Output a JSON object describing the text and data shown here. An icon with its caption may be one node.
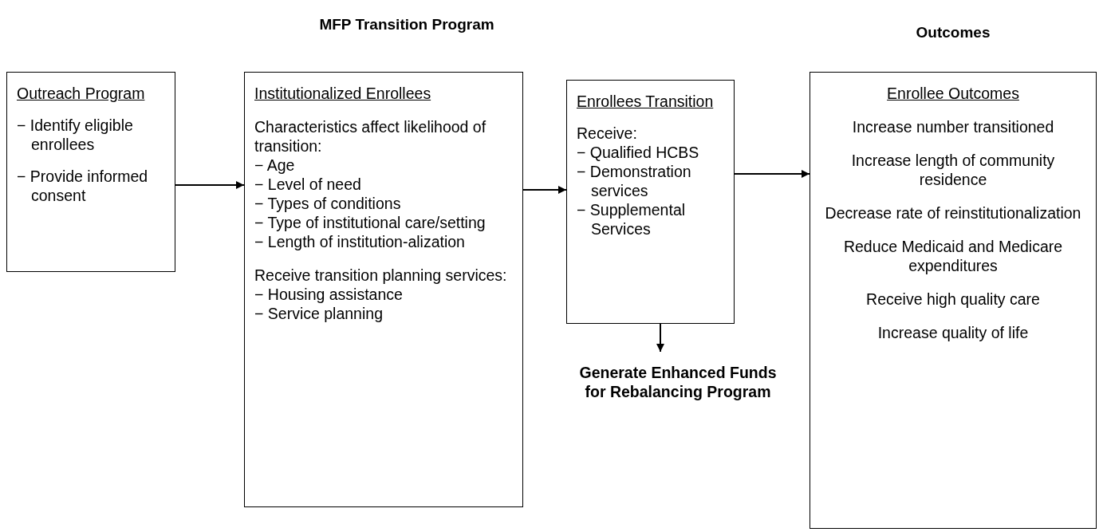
{
  "diagram": {
    "title": "MFP Transition Program",
    "nodes": [
      {
        "text": [
          "Outreach Program",
          "− Identify eligible enrollees",
          "− Provide informed consent"
        ]
      },
      {
        "text": [
          "Institutionalized Enrollees",
          "Characteristics affect likelihood of transition:",
          "− Age",
          "− Level of need",
          "− Types of conditions",
          "− Type of institutional care/setting",
          "− Length of institution-alization",
          "Receive transition planning services:",
          "− Housing assistance",
          "− Service planning"
        ]
      },
      {
        "text": [
          "Enrollees Transition",
          "Receive:",
          "− Qualified HCBS",
          "− Demonstration services",
          "− Supplemental Services"
        ]
      },
      {
        "text": [
          "Generate Enhanced Funds for Rebalancing Program"
        ]
      },
      {
        "text": [
          "Enrollee Outcomes",
          "Increase number transitioned",
          "Increase length of community residence",
          "Decrease rate of reinstitutionalization",
          "Reduce Medicaid and Medicare expenditures",
          "Receive high quality care",
          "Increase quality of life"
        ]
      }
    ],
    "edges": [
      {
        "from": 0,
        "to": 1,
        "arrow": "to"
      },
      {
        "from": 1,
        "to": 2,
        "arrow": "to"
      },
      {
        "from": 2,
        "to": 4,
        "arrow": "to"
      },
      {
        "from": 2,
        "to": 3,
        "arrow": "to"
      }
    ],
    "labels": [
      "Outcomes"
    ]
  }
}
